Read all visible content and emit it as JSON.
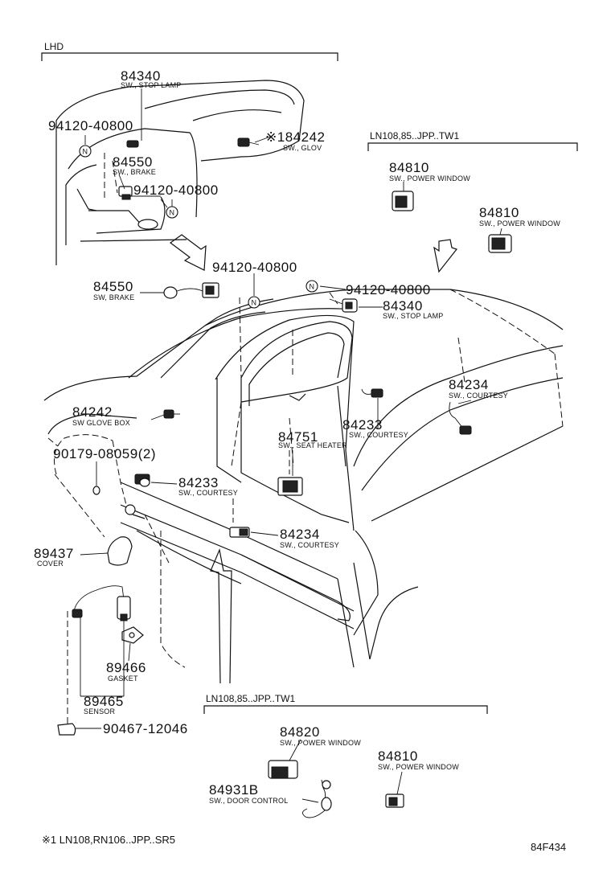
{
  "groups": {
    "lhd": "LHD",
    "tw1_top": "LN108,85..JPP..TW1",
    "tw1_bottom": "LN108,85..JPP..TW1"
  },
  "parts": [
    {
      "id": "p1",
      "number": "84340",
      "name": "SW., STOP LAMP"
    },
    {
      "id": "p2",
      "number": "94120-40800",
      "name": ""
    },
    {
      "id": "p3",
      "number": "※184242",
      "name": "SW., GLOV"
    },
    {
      "id": "p4",
      "number": "84550",
      "name": "SW., BRAKE"
    },
    {
      "id": "p5",
      "number": "94120-40800",
      "name": ""
    },
    {
      "id": "p6",
      "number": "84810",
      "name": "SW., POWER WINDOW"
    },
    {
      "id": "p7",
      "number": "84810",
      "name": "SW., POWER WINDOW"
    },
    {
      "id": "p8",
      "number": "94120-40800",
      "name": ""
    },
    {
      "id": "p9",
      "number": "84550",
      "name": "SW, BRAKE"
    },
    {
      "id": "p10",
      "number": "94120-40800",
      "name": ""
    },
    {
      "id": "p11",
      "number": "84340",
      "name": "SW., STOP LAMP"
    },
    {
      "id": "p12",
      "number": "84234",
      "name": "SW., COURTESY"
    },
    {
      "id": "p13",
      "number": "84242",
      "name": "SW  GLOVE BOX"
    },
    {
      "id": "p14",
      "number": "84233",
      "name": "SW., COURTESY"
    },
    {
      "id": "p15",
      "number": "84751",
      "name": "SW., SEAT HEATER"
    },
    {
      "id": "p16",
      "number": "90179-08059(2)",
      "name": ""
    },
    {
      "id": "p17",
      "number": "84233",
      "name": "SW., COURTESY"
    },
    {
      "id": "p18",
      "number": "84234",
      "name": "SW., COURTESY"
    },
    {
      "id": "p19",
      "number": "89437",
      "name": "COVER"
    },
    {
      "id": "p20",
      "number": "89466",
      "name": "GASKET"
    },
    {
      "id": "p21",
      "number": "89465",
      "name": "SENSOR"
    },
    {
      "id": "p22",
      "number": "90467-12046",
      "name": ""
    },
    {
      "id": "p23",
      "number": "84820",
      "name": "SW., POWER WINDOW"
    },
    {
      "id": "p24",
      "number": "84810",
      "name": "SW., POWER WINDOW"
    },
    {
      "id": "p25",
      "number": "84931B",
      "name": "SW., DOOR CONTROL"
    }
  ],
  "nut_symbol": "N",
  "footnote": "※1 LN108,RN106..JPP..SR5",
  "diagram_code": "84F434"
}
